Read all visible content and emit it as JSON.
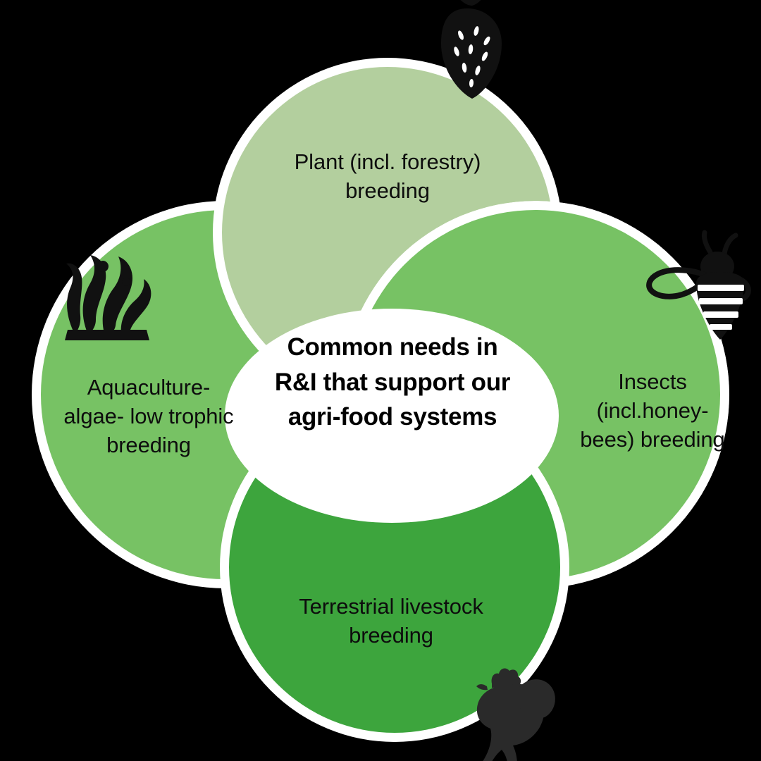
{
  "diagram": {
    "type": "venn-overlapping-circles",
    "background_color": "#000000",
    "center": {
      "text": "Common needs in\nR&I that support our\nagri-food systems",
      "fill_color": "#FFFFFF",
      "text_color": "#000000"
    },
    "lobes": [
      {
        "id": "plant",
        "position": "top",
        "label": "Plant (incl. forestry)\nbreeding",
        "fill_color": "#B3CF9E",
        "icon": "strawberry-icon"
      },
      {
        "id": "aquaculture",
        "position": "left",
        "label": "Aquaculture-\nalgae- low trophic\nbreeding",
        "fill_color": "#77C264",
        "icon": "seaweed-icon"
      },
      {
        "id": "insects",
        "position": "right",
        "label": "Insects\n(incl.honey-\nbees) breeding",
        "fill_color": "#77C264",
        "icon": "bee-icon"
      },
      {
        "id": "livestock",
        "position": "bottom",
        "label": "Terrestrial livestock\nbreeding",
        "fill_color": "#3DA53D",
        "icon": "chicken-icon"
      }
    ],
    "separator_color": "#FFFFFF",
    "icon_color": "#111111"
  }
}
